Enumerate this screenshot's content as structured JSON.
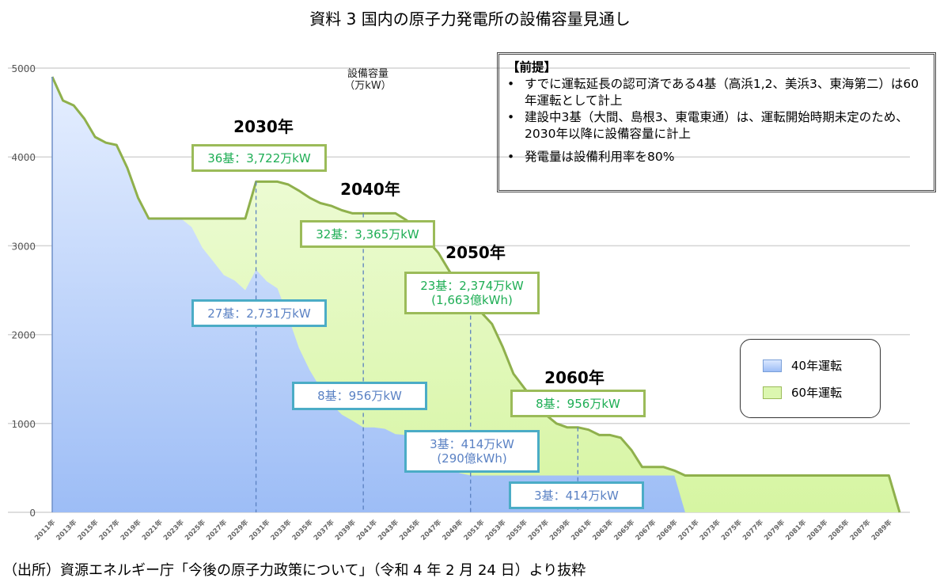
{
  "title": "資料 3  国内の原子力発電所の設備容量見通し",
  "footer": "（出所）資源エネルギー庁「今後の原子力政策について」（令和 4 年 2 月 24 日）より抜粋",
  "premise": {
    "heading": "【前提】",
    "bullet": "•",
    "items": [
      "すでに運転延長の認可済である4基（高浜1,2、美浜3、東海第二）は60年運転として計上",
      "建設中3基（大間、島根3、東電東通）は、運転開始時期未定のため、2030年以降に設備容量に計上",
      "発電量は設備利用率を80%"
    ]
  },
  "legend": [
    {
      "label": "40年運転",
      "color": "#a8c6f7"
    },
    {
      "label": "60年運転",
      "color": "#dcf7b0"
    }
  ],
  "annotations": {
    "y2030": "2030年",
    "y2040": "2040年",
    "y2050": "2050年",
    "y2060": "2060年",
    "g2030": "36基：3,722万kW",
    "g2040": "32基：3,365万kW",
    "g2050a": "23基：2,374万kW",
    "g2050b": "(1,663億kWh)",
    "g2060": "8基：956万kW",
    "b2030": "27基：2,731万kW",
    "b2040": "8基：956万kW",
    "b2050a": "3基：414万kW",
    "b2050b": "(290億kWh)",
    "b2060": "3基：414万kW"
  },
  "chart_data": {
    "type": "area",
    "title": "資料 3  国内の原子力発電所の設備容量見通し",
    "ylabel": "設備容量（万kW）",
    "ylabel_lines": [
      "設備容量",
      "（万kW）"
    ],
    "xlabel": "",
    "ylim": [
      0,
      5000
    ],
    "yticks": [
      0,
      1000,
      2000,
      3000,
      4000,
      5000
    ],
    "grid": true,
    "legend_position": "right",
    "x_start": 2011,
    "x_end": 2090,
    "x_tick_labels": [
      "2011年",
      "2013年",
      "2015年",
      "2017年",
      "2019年",
      "2021年",
      "2023年",
      "2025年",
      "2027年",
      "2029年",
      "2031年",
      "2033年",
      "2035年",
      "2037年",
      "2039年",
      "2041年",
      "2043年",
      "2045年",
      "2047年",
      "2049年",
      "2051年",
      "2053年",
      "2055年",
      "2057年",
      "2059年",
      "2061年",
      "2063年",
      "2065年",
      "2067年",
      "2069年",
      "2071年",
      "2073年",
      "2075年",
      "2077年",
      "2079年",
      "2081年",
      "2083年",
      "2085年",
      "2087年",
      "2089年"
    ],
    "series": [
      {
        "name": "60年運転",
        "values": [
          4902,
          4635,
          4580,
          4430,
          4225,
          4160,
          4135,
          3877,
          3540,
          3307,
          3307,
          3307,
          3307,
          3307,
          3307,
          3307,
          3307,
          3307,
          3307,
          3722,
          3722,
          3722,
          3690,
          3620,
          3540,
          3480,
          3450,
          3400,
          3365,
          3365,
          3365,
          3365,
          3365,
          3290,
          3200,
          3060,
          2920,
          2720,
          2530,
          2374,
          2250,
          2120,
          1860,
          1560,
          1400,
          1250,
          1100,
          1000,
          956,
          956,
          930,
          870,
          870,
          840,
          700,
          510,
          510,
          510,
          470,
          414,
          414,
          414,
          414,
          414,
          414,
          414,
          414,
          414,
          414,
          414,
          414,
          414,
          414,
          414,
          414,
          414,
          414,
          414,
          414,
          0
        ]
      },
      {
        "name": "40年運転",
        "values": [
          4902,
          4635,
          4580,
          4430,
          4225,
          4160,
          4135,
          3877,
          3540,
          3307,
          3307,
          3307,
          3307,
          3210,
          2977,
          2825,
          2670,
          2610,
          2500,
          2731,
          2600,
          2520,
          2200,
          1850,
          1600,
          1400,
          1220,
          1100,
          1030,
          956,
          956,
          940,
          880,
          870,
          860,
          750,
          600,
          500,
          440,
          414,
          414,
          414,
          414,
          414,
          414,
          414,
          414,
          414,
          414,
          414,
          414,
          414,
          414,
          414,
          414,
          414,
          414,
          414,
          414,
          0,
          0,
          0,
          0,
          0,
          0,
          0,
          0,
          0,
          0,
          0,
          0,
          0,
          0,
          0,
          0,
          0,
          0,
          0,
          0,
          0
        ]
      }
    ],
    "markers": [
      2030,
      2040,
      2050,
      2060
    ]
  }
}
